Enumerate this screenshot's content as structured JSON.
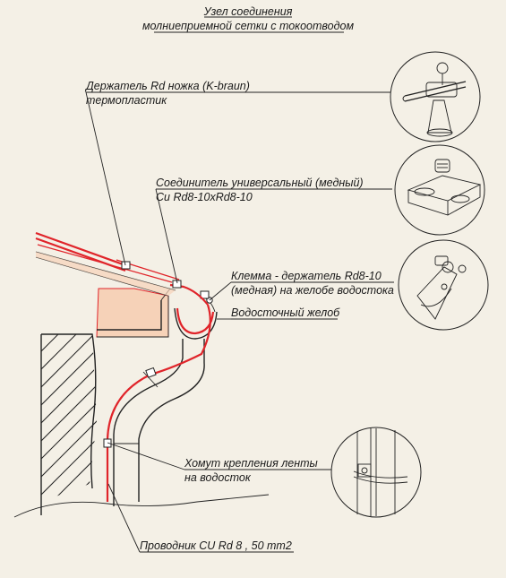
{
  "title": {
    "line1": "Узел соединения",
    "line2": "молниеприемной сетки с токоотводом"
  },
  "labels": {
    "holder_line1": "Держатель Rd   ножка (K-braun)",
    "holder_line2": "термопластик",
    "connector_line1": "Соединитель универсальный (медный)",
    "connector_line2": "Cu Rd8-10xRd8-10",
    "clamp_line1": "Клемма - держатель Rd8-10",
    "clamp_line2": "(медная) на желобе водостока",
    "gutter": "Водосточный желоб",
    "collar_line1": "Хомут крепления ленты",
    "collar_line2": "на водосток",
    "conductor": "Проводник CU  Rd 8 , 50 mm2"
  },
  "colors": {
    "conductor": "#e0242a",
    "roof_fill": "#f6d2b8",
    "line": "#222222",
    "background": "#f4f0e6"
  }
}
